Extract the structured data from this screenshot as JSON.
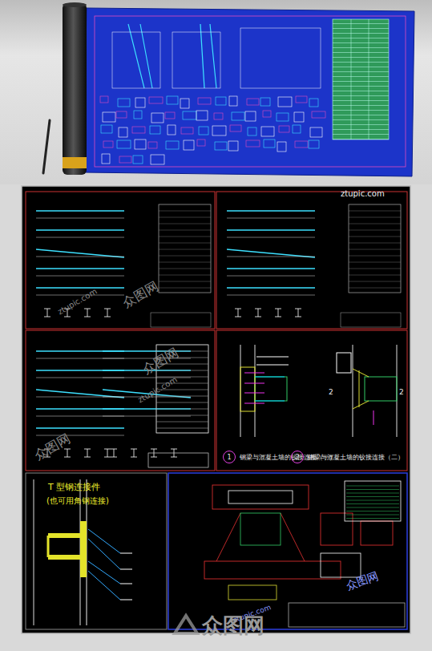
{
  "diagram": {
    "nodes": [
      {
        "text": [
          "1",
          "钢梁与混凝土墙的铰接连接（一）"
        ]
      },
      {
        "text": [
          "2",
          "钢梁与混凝土墙的铰接连接（二）"
        ]
      }
    ],
    "labels": [
      "ztupic.com",
      "众图网",
      "ztupic.com",
      "众图网",
      "ztupic.com",
      "众图网",
      "T 型钢连接件",
      "(也可用角钢连接)",
      "2",
      "2",
      "众图网",
      "ztupic.com",
      "众图网"
    ]
  }
}
